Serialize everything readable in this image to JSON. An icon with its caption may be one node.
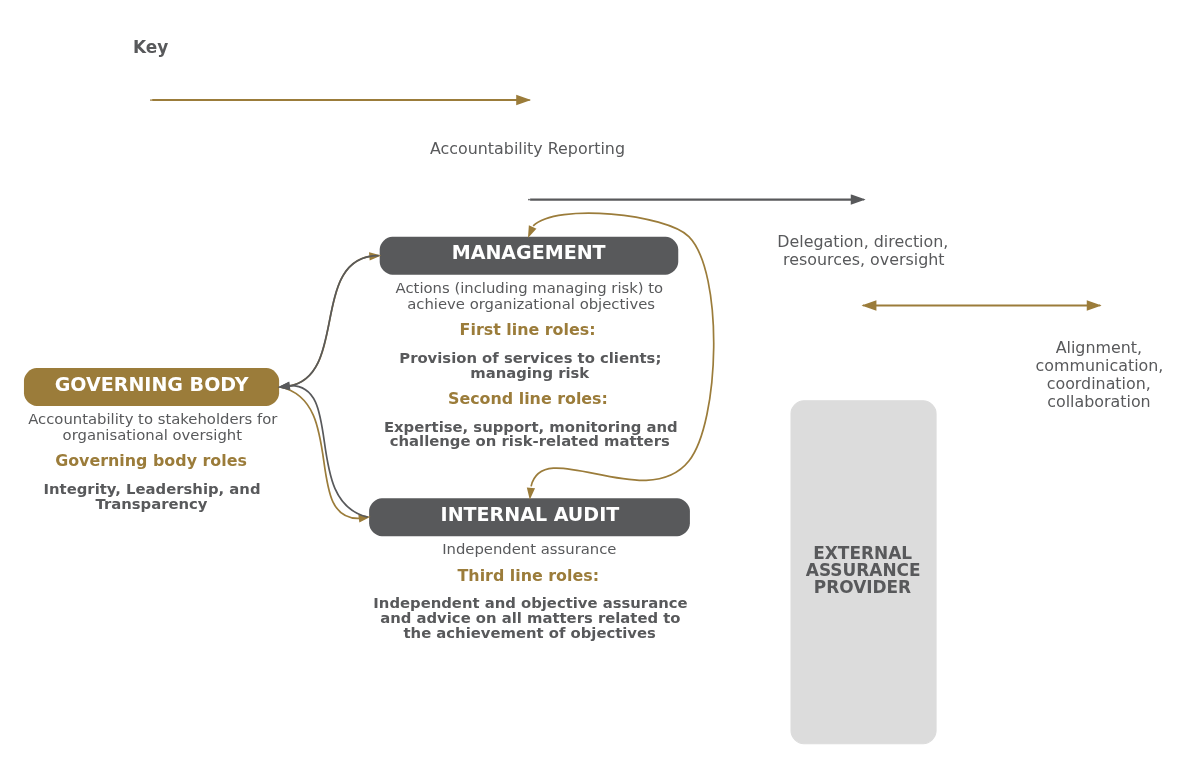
{
  "diagram": {
    "nodes": [
      {
        "text": [
          "GOVERNING BODY"
        ],
        "beside": [
          "Accountability to stakeholders for organisational oversight",
          "Governing body roles",
          "Integrity, Leadership, and Transparency"
        ]
      },
      {
        "text": [
          "MANAGEMENT"
        ],
        "beside": [
          "Actions (including managing risk) to achieve organizational objectives",
          "First line roles:",
          "Provision of services to clients; managing risk",
          "Second line roles:",
          "Expertise, support, monitoring and challenge on risk-related matters"
        ]
      },
      {
        "text": [
          "INTERNAL AUDIT"
        ],
        "beside": [
          "Independent assurance",
          "Third line roles:",
          "Independent and objective assurance and advice on all matters related to the achievement of objectives"
        ]
      },
      {
        "text": [
          "EXTERNAL ASSURANCE PROVIDER"
        ]
      }
    ],
    "edges": [
      {
        "from": 1,
        "to": 0,
        "arrow": "to",
        "color": "#58595b"
      },
      {
        "from": 0,
        "to": 1,
        "arrow": "to"
      },
      {
        "from": 0,
        "to": 2,
        "arrow": "to"
      },
      {
        "from": 2,
        "to": 0,
        "arrow": "to",
        "color": "#58595b"
      },
      {
        "from": 1,
        "to": 2,
        "arrow": "both"
      }
    ],
    "labels": [
      "Key"
    ],
    "legend": [
      {
        "text": "Accountability Reporting"
      },
      {
        "text": "Delegation, direction, resources, oversight"
      },
      {
        "text": "Alignment, communication, coordination, collaboration"
      }
    ]
  }
}
